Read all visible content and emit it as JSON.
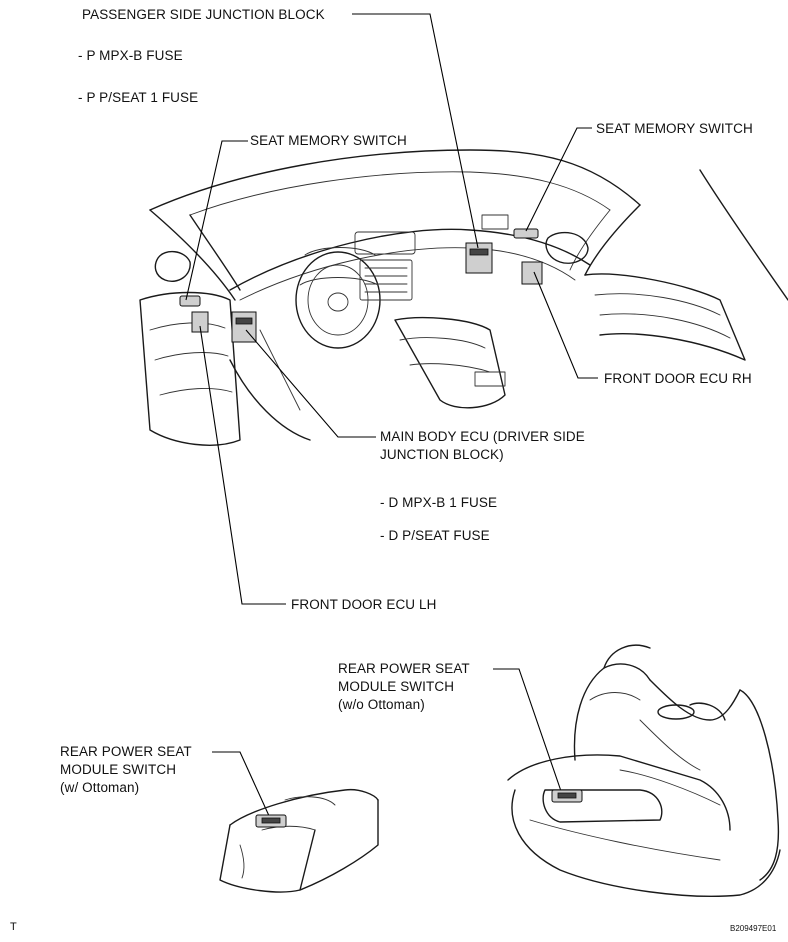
{
  "labels": {
    "passenger_jb": "PASSENGER SIDE JUNCTION BLOCK",
    "p_mpx_fuse": "- P MPX-B FUSE",
    "p_seat_fuse": "- P P/SEAT 1 FUSE",
    "seat_memory_left": "SEAT MEMORY SWITCH",
    "seat_memory_right": "SEAT MEMORY SWITCH",
    "front_door_ecu_rh": "FRONT DOOR ECU RH",
    "main_body_ecu_line1": "MAIN BODY ECU (DRIVER SIDE",
    "main_body_ecu_line2": "JUNCTION BLOCK)",
    "d_mpx_fuse": "- D MPX-B 1 FUSE",
    "d_seat_fuse": "- D P/SEAT FUSE",
    "front_door_ecu_lh": "FRONT DOOR ECU LH",
    "rear_wo_line1": "REAR POWER SEAT",
    "rear_wo_line2": "MODULE SWITCH",
    "rear_wo_line3": "(w/o Ottoman)",
    "rear_w_line1": "REAR POWER SEAT",
    "rear_w_line2": "MODULE SWITCH",
    "rear_w_line3": "(w/ Ottoman)"
  },
  "footer": {
    "left_mark": "T",
    "figure_code": "B209497E01"
  }
}
